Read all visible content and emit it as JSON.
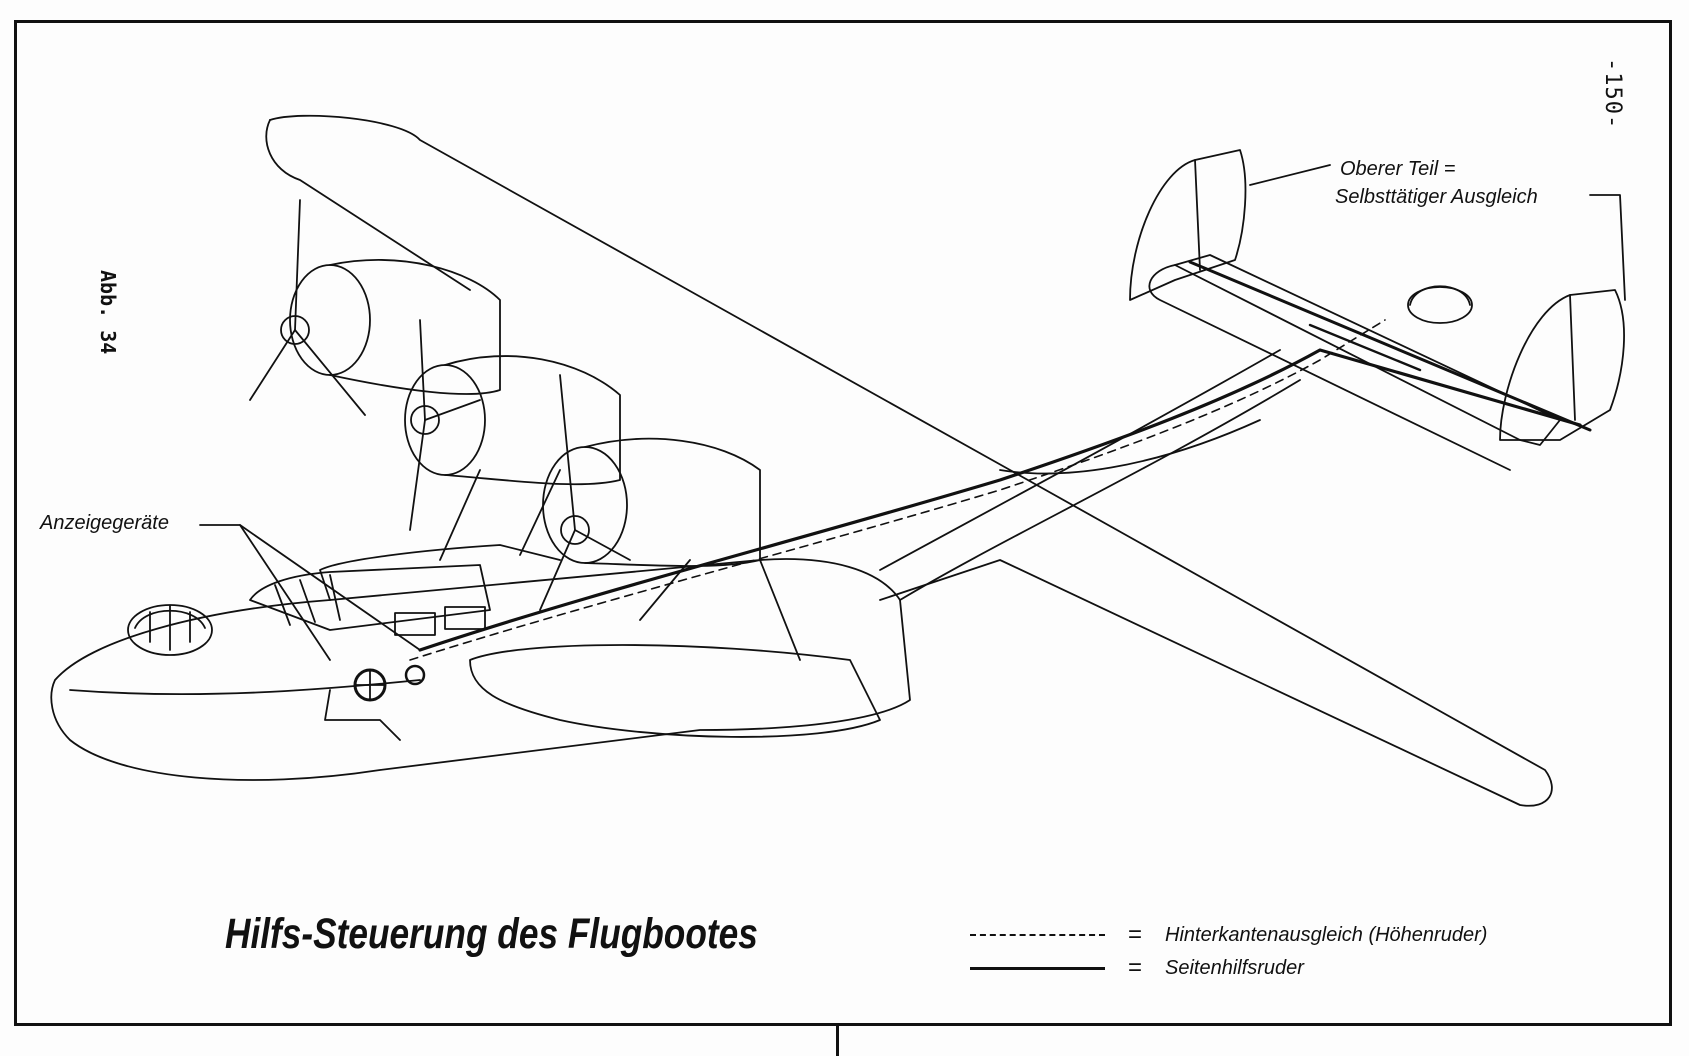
{
  "page_number": "-150-",
  "figure_label": "Abb. 34",
  "callouts": {
    "instruments": "Anzeigegeräte",
    "upper_part_line1": "Oberer Teil =",
    "upper_part_line2": "Selbsttätiger Ausgleich"
  },
  "title": "Hilfs-Steuerung des Flugbootes",
  "legend": [
    {
      "style": "dashed",
      "symbol": "=",
      "label": "Hinterkantenausgleich (Höhenruder)"
    },
    {
      "style": "solid",
      "symbol": "=",
      "label": "Seitenhilfsruder"
    }
  ],
  "colors": {
    "ink": "#111111",
    "paper": "#fdfdfd"
  }
}
